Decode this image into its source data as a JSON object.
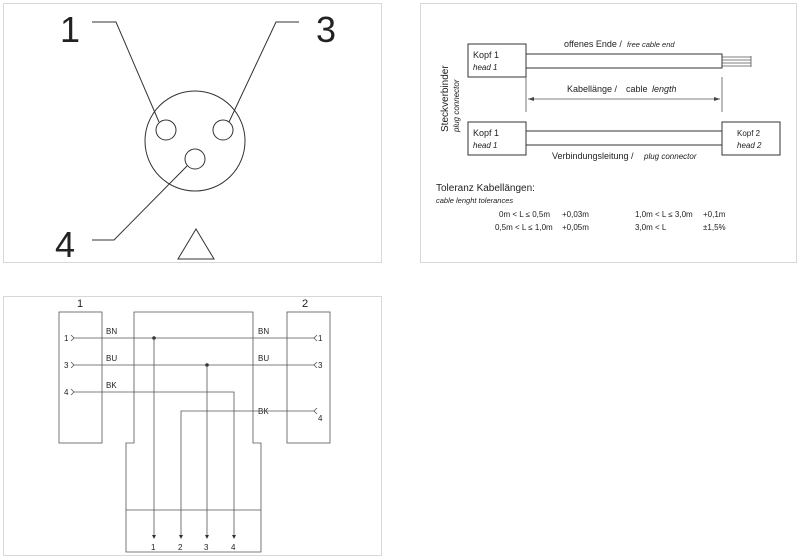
{
  "pinout": {
    "pins": [
      {
        "label": "1"
      },
      {
        "label": "3"
      },
      {
        "label": "4"
      }
    ],
    "warning_symbol": "triangle-icon"
  },
  "cable": {
    "vertical_label_de": "Steckverbinder",
    "vertical_label_en": "plug connector",
    "top_head_de": "Kopf 1",
    "top_head_en": "head 1",
    "open_end_de": "offenes Ende /",
    "open_end_en": "free cable end",
    "length_de": "Kabellänge /",
    "length_en": "cable",
    "length_en_italic": "length",
    "bottom_head1_de": "Kopf 1",
    "bottom_head1_en": "head 1",
    "bottom_head2_de": "Kopf 2",
    "bottom_head2_en": "head 2",
    "connection_de": "Verbindungsleitung /",
    "connection_en": "plug connector",
    "tolerance_title": "Toleranz Kabellängen:",
    "tolerance_subtitle": "cable lenght tolerances",
    "tolerances": [
      {
        "range": "0m < L ≤ 0,5m",
        "value": "+0,03m"
      },
      {
        "range": "0,5m < L ≤ 1,0m",
        "value": "+0,05m"
      },
      {
        "range": "1,0m < L ≤ 3,0m",
        "value": "+0,1m"
      },
      {
        "range": "3,0m < L",
        "value": "±1,5%"
      }
    ]
  },
  "wiring": {
    "left_header": "1",
    "right_header": "2",
    "left_pins": [
      "1",
      "3",
      "4"
    ],
    "right_pins": [
      "1",
      "3",
      "4"
    ],
    "left_colors": [
      "BN",
      "BU",
      "BK"
    ],
    "right_colors": [
      "BN",
      "BU",
      "BK"
    ],
    "bottom_pins": [
      "1",
      "2",
      "3",
      "4"
    ]
  }
}
